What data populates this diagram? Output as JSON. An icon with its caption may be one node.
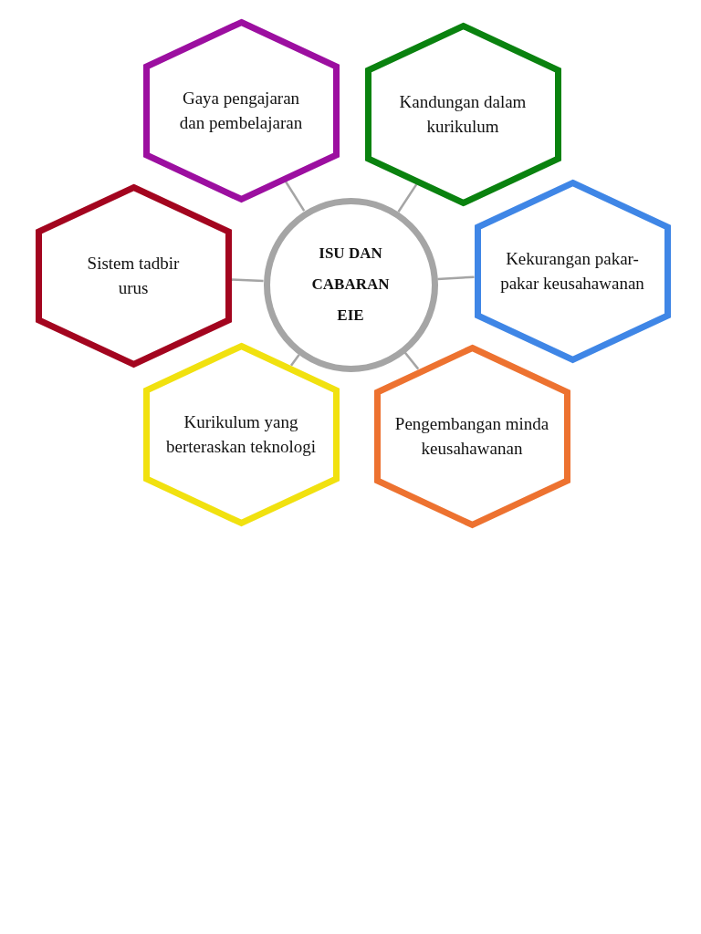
{
  "diagram": {
    "nodes": [
      {
        "text": [
          "Gaya pengajaran dan pembelajaran"
        ]
      },
      {
        "text": [
          "Kandungan dalam kurikulum"
        ]
      },
      {
        "text": [
          "Sistem tadbir urus"
        ]
      },
      {
        "text": [
          "ISU DAN CABARAN EIE"
        ]
      },
      {
        "text": [
          "Kekurangan pakar-pakar keusahawanan"
        ]
      },
      {
        "text": [
          "Kurikulum yang berteraskan teknologi"
        ]
      },
      {
        "text": [
          "Pengembangan minda keusahawanan"
        ]
      }
    ],
    "edges": [
      {
        "from": 3,
        "to": 0,
        "arrow": "none"
      },
      {
        "from": 3,
        "to": 1,
        "arrow": "none"
      },
      {
        "from": 3,
        "to": 2,
        "arrow": "none"
      },
      {
        "from": 3,
        "to": 4,
        "arrow": "none"
      },
      {
        "from": 3,
        "to": 5,
        "arrow": "none"
      },
      {
        "from": 3,
        "to": 6,
        "arrow": "none"
      }
    ]
  }
}
